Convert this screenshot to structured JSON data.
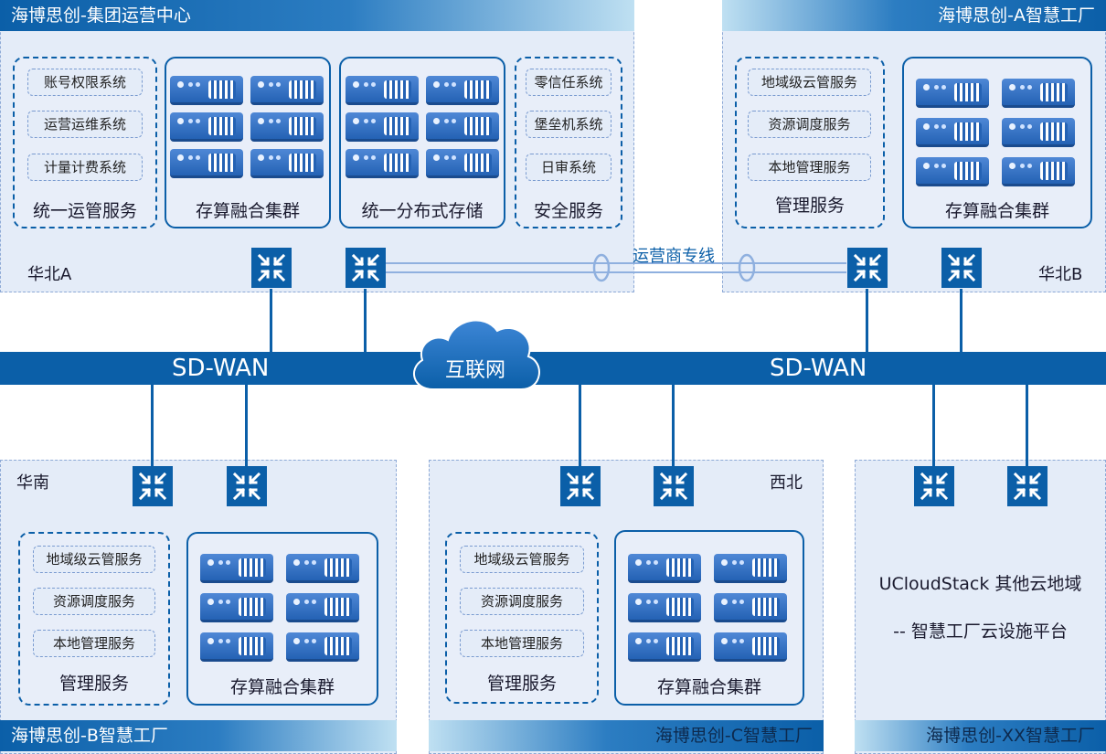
{
  "hq": {
    "title": "海博思创-集团运营中心",
    "region": "华北A",
    "ops": {
      "items": [
        "账号权限系统",
        "运营运维系统",
        "计量计费系统"
      ],
      "label": "统一运管服务"
    },
    "compute": {
      "label": "存算融合集群"
    },
    "storage": {
      "label": "统一分布式存储"
    },
    "security": {
      "items": [
        "零信任系统",
        "堡垒机系统",
        "日审系统"
      ],
      "label": "安全服务"
    }
  },
  "factory_a": {
    "title": "海博思创-A智慧工厂",
    "region": "华北B",
    "mgmt": {
      "items": [
        "地域级云管服务",
        "资源调度服务",
        "本地管理服务"
      ],
      "label": "管理服务"
    },
    "compute": {
      "label": "存算融合集群"
    }
  },
  "factory_b": {
    "title": "海博思创-B智慧工厂",
    "region": "华南",
    "mgmt": {
      "items": [
        "地域级云管服务",
        "资源调度服务",
        "本地管理服务"
      ],
      "label": "管理服务"
    },
    "compute": {
      "label": "存算融合集群"
    }
  },
  "factory_c": {
    "title": "海博思创-C智慧工厂",
    "region": "西北",
    "mgmt": {
      "items": [
        "地域级云管服务",
        "资源调度服务",
        "本地管理服务"
      ],
      "label": "管理服务"
    },
    "compute": {
      "label": "存算融合集群"
    }
  },
  "factory_xx": {
    "title": "海博思创-XX智慧工厂",
    "line1": "UCloudStack 其他云地域",
    "line2": "-- 智慧工厂云设施平台"
  },
  "network": {
    "wan_left": "SD-WAN",
    "wan_right": "SD-WAN",
    "internet": "互联网",
    "carrier_line": "运营商专线"
  },
  "colors": {
    "primary": "#0b5fa8",
    "region_bg": "#e4ecf8",
    "server": "#2462b4"
  }
}
